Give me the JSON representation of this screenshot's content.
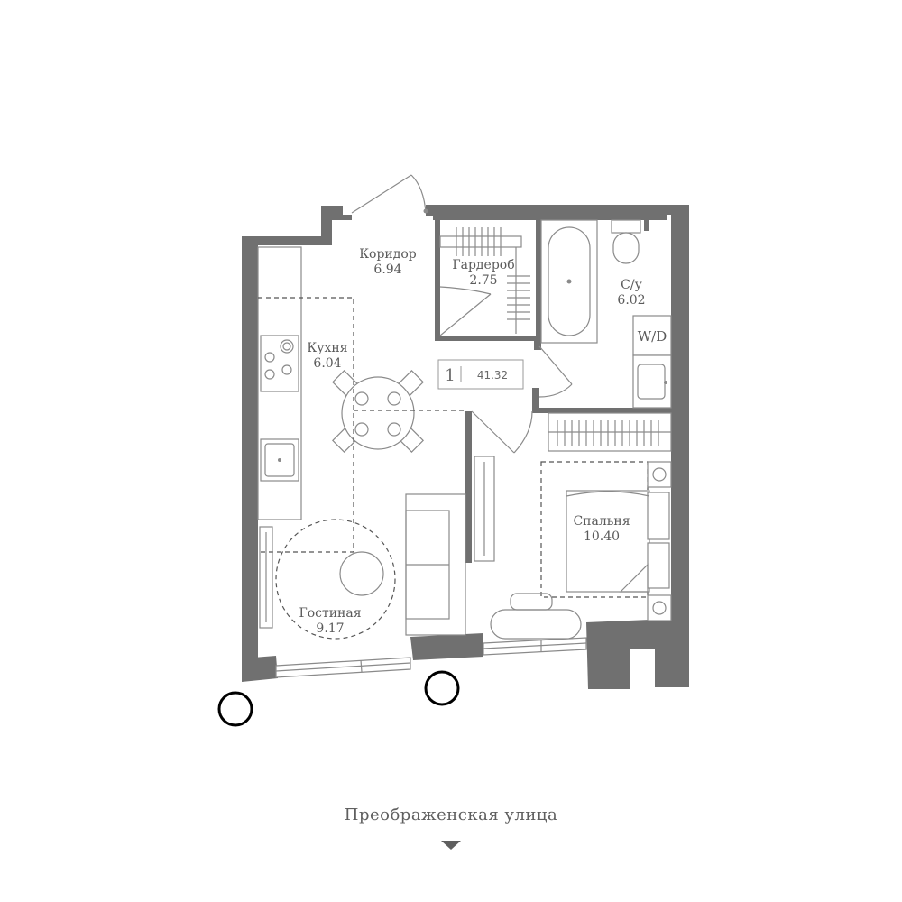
{
  "apartment": {
    "rooms_count": "1",
    "total_area": "41.32"
  },
  "rooms": {
    "corridor": {
      "name": "Коридор",
      "area": "6.94"
    },
    "wardrobe": {
      "name": "Гардероб",
      "area": "2.75"
    },
    "bathroom": {
      "name": "С/у",
      "area": "6.02"
    },
    "kitchen": {
      "name": "Кухня",
      "area": "6.04"
    },
    "living": {
      "name": "Гостиная",
      "area": "9.17"
    },
    "bedroom": {
      "name": "Спальня",
      "area": "10.40"
    }
  },
  "fixtures": {
    "washer_dryer": "W/D"
  },
  "street": {
    "name": "Преображенская улица",
    "arrow_icon": "arrow-down-icon"
  },
  "colors": {
    "wall": "#707070",
    "line": "#8a8a8a",
    "text": "#5a5a5a",
    "marker": "#000000"
  }
}
